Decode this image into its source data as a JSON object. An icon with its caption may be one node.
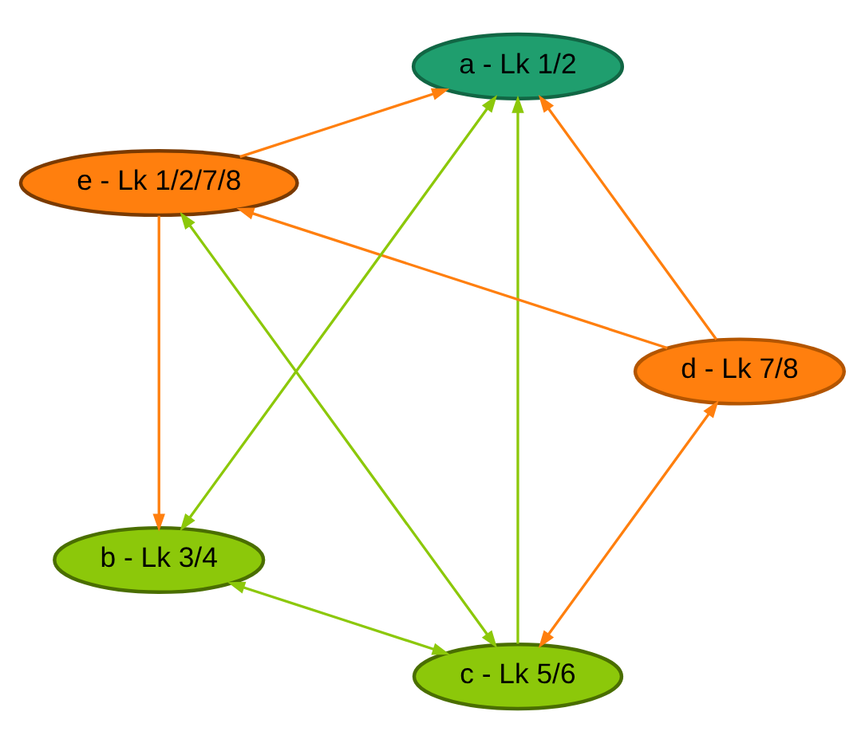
{
  "diagram": {
    "nodes": [
      {
        "text": [
          "c - Lk 5/6"
        ]
      },
      {
        "text": [
          "d - Lk 7/8"
        ]
      },
      {
        "text": [
          "a - Lk 1/2"
        ]
      },
      {
        "text": [
          "e - Lk 1/2/7/8"
        ]
      },
      {
        "text": [
          "b - Lk 3/4"
        ]
      }
    ],
    "edges": [
      {
        "from": 0,
        "to": 2,
        "arrow": "to",
        "color": "#8cc80a"
      },
      {
        "from": 2,
        "to": 4,
        "arrow": "both",
        "color": "#8cc80a"
      },
      {
        "from": 0,
        "to": 4,
        "arrow": "both",
        "color": "#8cc80a"
      },
      {
        "from": 0,
        "to": 3,
        "arrow": "both",
        "color": "#8cc80a"
      },
      {
        "from": 1,
        "to": 0,
        "arrow": "both"
      },
      {
        "from": 1,
        "to": 2,
        "arrow": "to"
      },
      {
        "from": 1,
        "to": 3,
        "arrow": "to"
      },
      {
        "from": 3,
        "to": 2,
        "arrow": "to"
      },
      {
        "from": 3,
        "to": 4,
        "arrow": "to"
      }
    ]
  }
}
